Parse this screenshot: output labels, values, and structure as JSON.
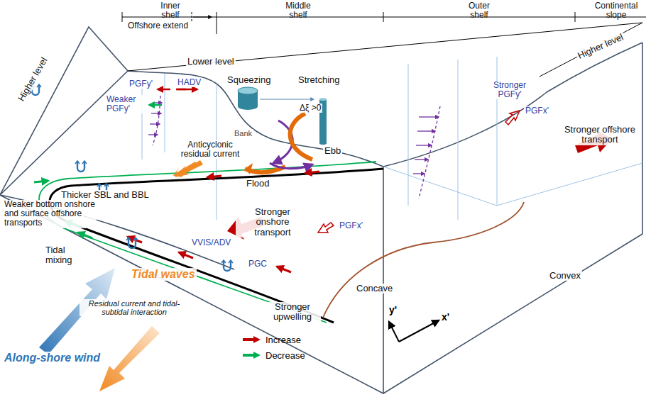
{
  "diagram": {
    "labels": [
      "Inner shelf",
      "Offshore extend",
      "Middle shelf",
      "Outer shelf",
      "Continental slope",
      "Lower level",
      "Higher level",
      "Higher level",
      "Squeezing",
      "Stretching",
      "Δξ >0",
      "Bank",
      "Ebb",
      "Flood",
      "PGFy'",
      "HADV",
      "Weaker PGFy'",
      "Anticyclonic residual current",
      "Stronger PGFy'",
      "PGFx'",
      "Stronger offshore transport",
      "Thicker SBL and BBL",
      "Stronger onshore transport",
      "PGFx'",
      "Convex",
      "Concave",
      "VVIS/ADV",
      "PGC",
      "Stronger upwelling",
      "Weaker bottom onshore and surface offshore transports",
      "Tidal mixing",
      "Tidal waves",
      "Residual current and tidal-subtidal interaction",
      "Along-shore wind",
      "y'",
      "x'"
    ],
    "legend": [
      {
        "text": "Increase"
      },
      {
        "text": "Decrease"
      }
    ]
  }
}
